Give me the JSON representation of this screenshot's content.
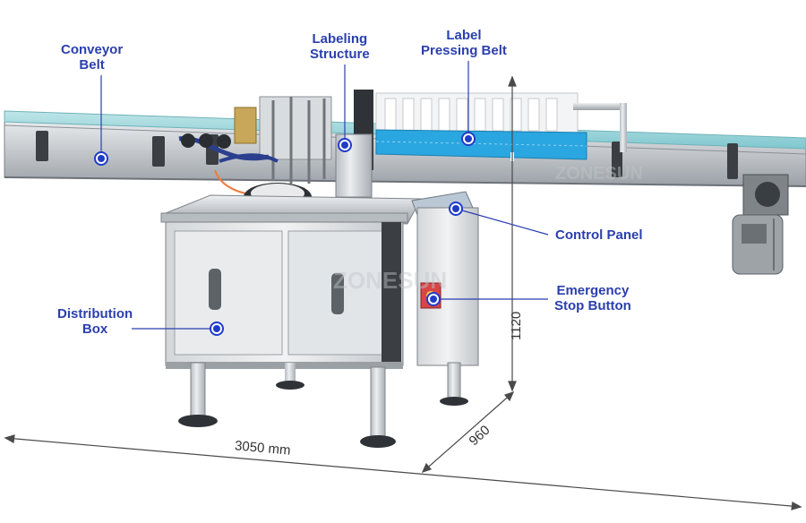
{
  "callouts": {
    "conveyor_belt": {
      "line1": "Conveyor",
      "line2": "Belt"
    },
    "labeling_structure": {
      "line1": "Labeling",
      "line2": "Structure"
    },
    "label_pressing_belt": {
      "line1": "Label",
      "line2": "Pressing Belt"
    },
    "control_panel": {
      "line1": "Control Panel"
    },
    "emergency_stop": {
      "line1": "Emergency",
      "line2": "Stop Button"
    },
    "distribution_box": {
      "line1": "Distribution",
      "line2": "Box"
    }
  },
  "dimensions": {
    "length": "3050 mm",
    "depth": "960",
    "height": "1120"
  },
  "watermark": "ZONESUN",
  "colors": {
    "callout_text": "#2b3fae",
    "callout_dot": "#1f3cc9",
    "belt_blue": "#2aa6e0",
    "steel": "#c9cdd1"
  }
}
